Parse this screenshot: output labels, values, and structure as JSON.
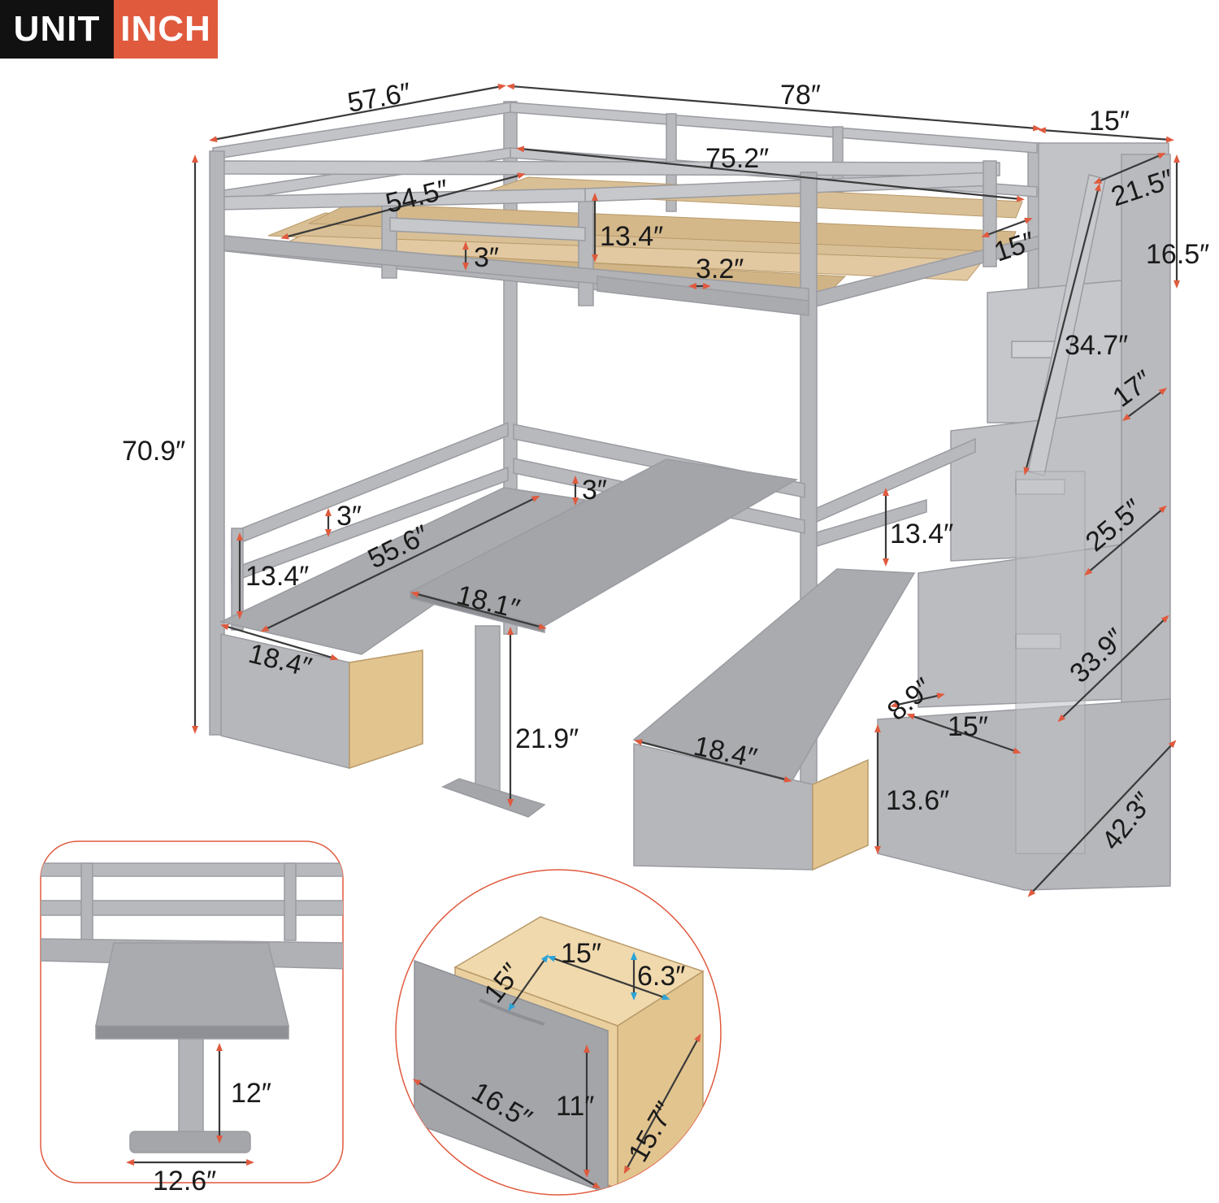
{
  "unit_badge": {
    "left": "UNIT",
    "right": "INCH"
  },
  "colors": {
    "wood_gray": "#b8b9bd",
    "wood_dark": "#8e9095",
    "slat_wood": "#d9bf95",
    "drawer_wood": "#e2c48f",
    "arrow_red": "#e05a3e",
    "arrow_blue": "#2aa3d8",
    "badge_dark": "#111111"
  },
  "dimensions": {
    "bed_width": "57.6″",
    "bed_length": "78″",
    "stair_depth": "15″",
    "inner_length": "75.2″",
    "inner_width": "54.5″",
    "guardrail_height": "13.4″",
    "rail_gap": "3″",
    "slat_gap": "3.2″",
    "side_rail": "15″",
    "stair_top_width": "21.5″",
    "stair_top_height": "16.5″",
    "ladder_length": "34.7″",
    "step_1": "17″",
    "step_2": "25.5″",
    "step_3": "33.9″",
    "total_height": "70.9″",
    "lower_rail_gap_1": "3″",
    "lower_rail_gap_2": "3″",
    "bench_length": "55.6″",
    "bench_rail_height": "13.4″",
    "desk_width": "18.1″",
    "bench_depth_left": "18.4″",
    "desk_height": "21.9″",
    "right_rail_height": "13.4″",
    "bench_depth_right": "18.4″",
    "stair_step_depth": "8.9″",
    "stair_bottom_width": "15″",
    "stair_bottom_height": "13.6″",
    "total_depth": "42.3″",
    "desk_leg_height": "12″",
    "desk_foot_width": "12.6″",
    "drawer_inner_depth": "15″",
    "drawer_inner_width": "15″",
    "drawer_inner_height": "6.3″",
    "drawer_length": "16.5″",
    "drawer_height": "11″",
    "drawer_depth": "15.7″"
  }
}
